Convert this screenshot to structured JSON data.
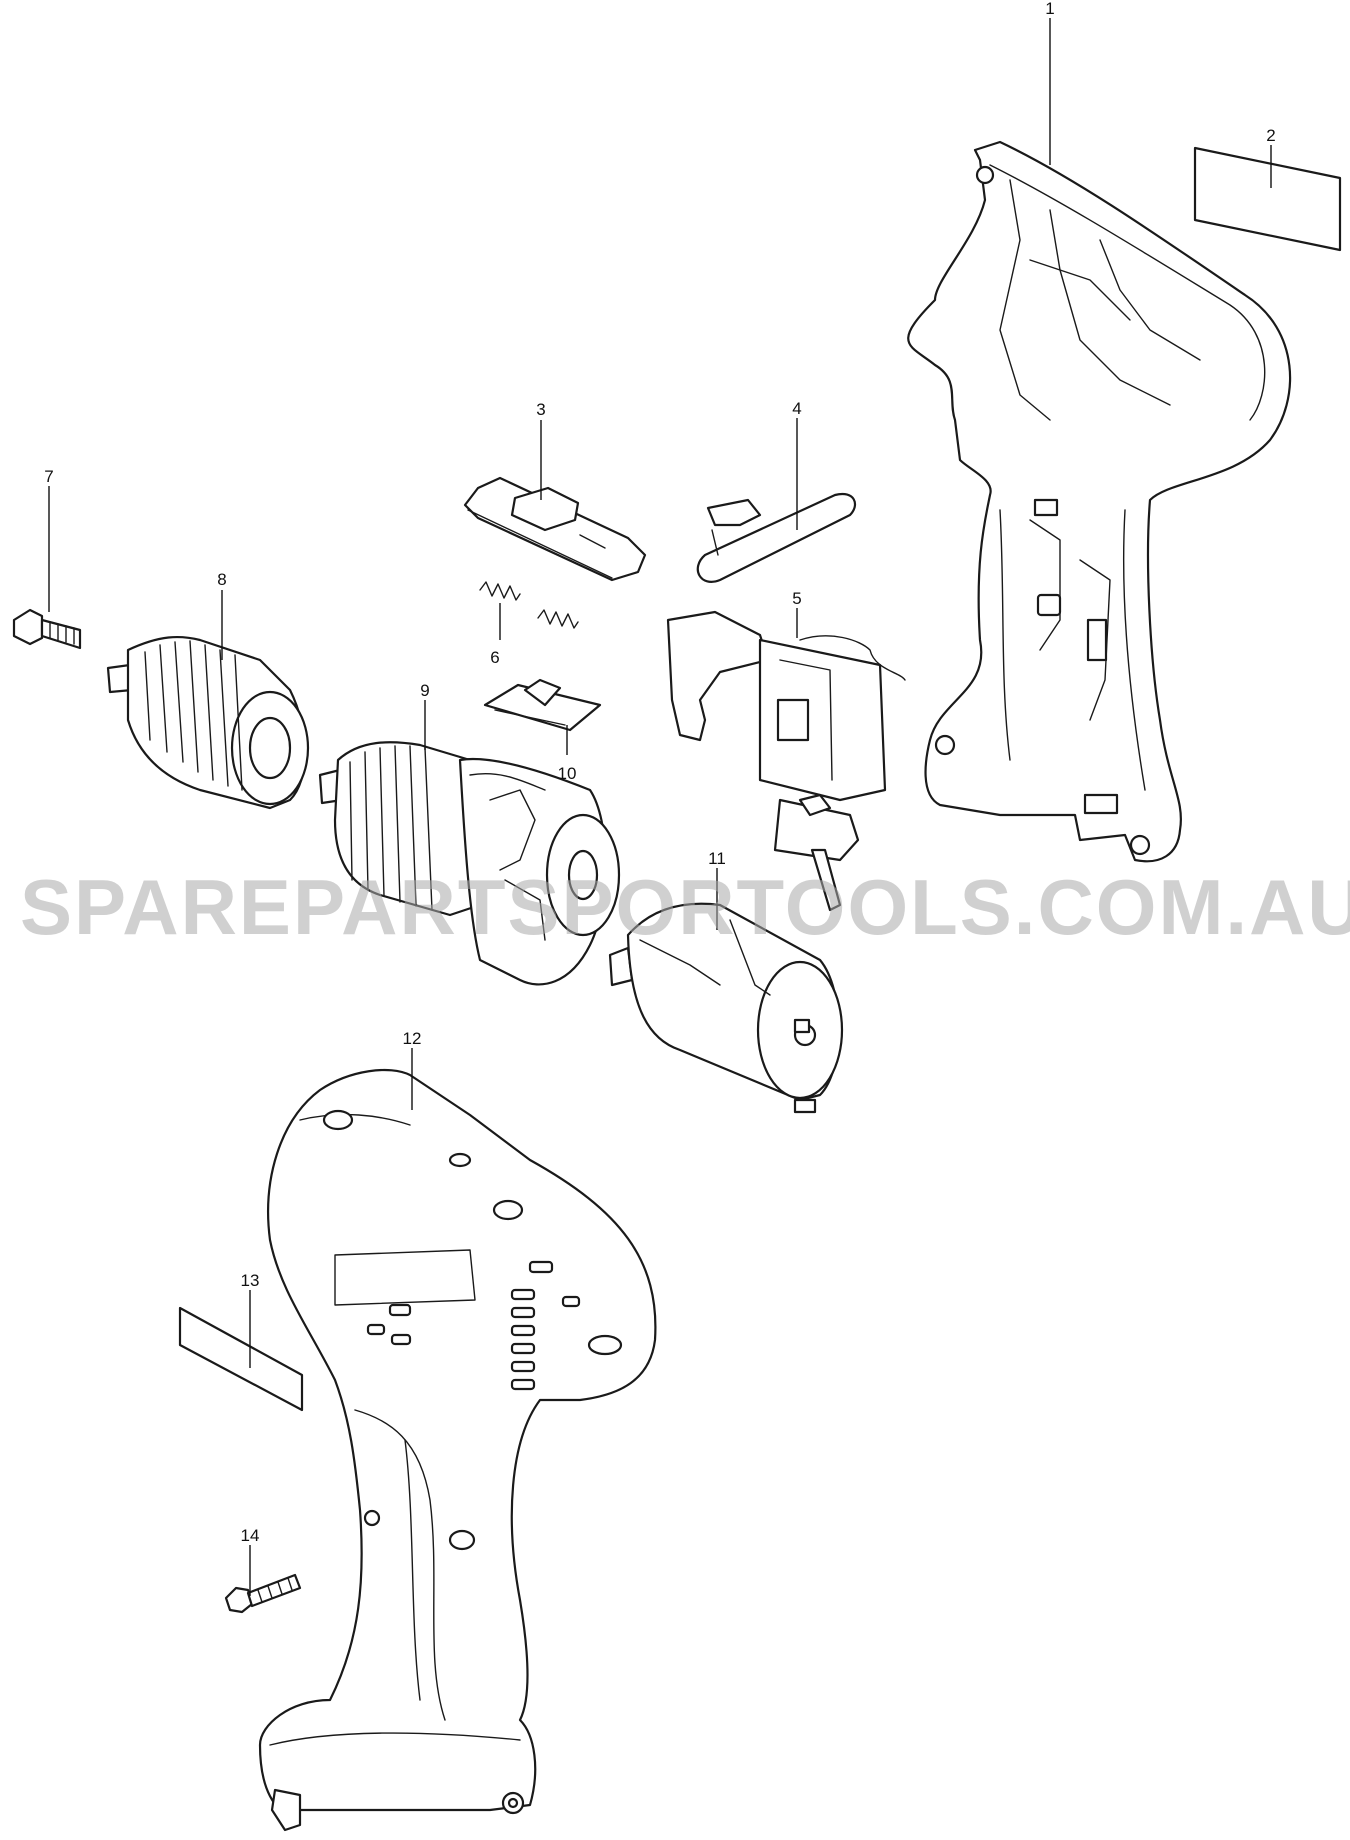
{
  "watermark": "SPAREPARTSPORTOOLS.COM.AU",
  "parts": [
    {
      "id": "part-1",
      "label": "1"
    },
    {
      "id": "part-2",
      "label": "2"
    },
    {
      "id": "part-3",
      "label": "3"
    },
    {
      "id": "part-4",
      "label": "4"
    },
    {
      "id": "part-5",
      "label": "5"
    },
    {
      "id": "part-6",
      "label": "6"
    },
    {
      "id": "part-7",
      "label": "7"
    },
    {
      "id": "part-8",
      "label": "8"
    },
    {
      "id": "part-9",
      "label": "9"
    },
    {
      "id": "part-10",
      "label": "10"
    },
    {
      "id": "part-11",
      "label": "11"
    },
    {
      "id": "part-12",
      "label": "12"
    },
    {
      "id": "part-13",
      "label": "13"
    },
    {
      "id": "part-14",
      "label": "14"
    }
  ]
}
